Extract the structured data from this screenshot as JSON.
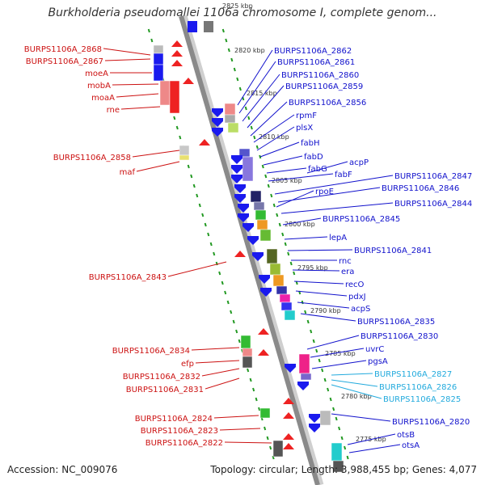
{
  "title": "Burkholderia pseudomallei 1106a chromosome I, complete genom...",
  "accession": "Accession: NC_009076",
  "summary": "Topology: circular; Length: 3,988,455 bp; Genes: 4,077",
  "colors": {
    "reverse_label": "#cc1111",
    "forward_label": "#1111cc",
    "highlight_label": "#22aadd",
    "backbone": "#8a8a8a",
    "tick": "#229922"
  },
  "kbp_markers": [
    "2825 kbp",
    "2820 kbp",
    "2815 kbp",
    "2810 kbp",
    "2805 kbp",
    "2800 kbp",
    "2795 kbp",
    "2790 kbp",
    "2785 kbp",
    "2780 kbp",
    "2775 kbp"
  ],
  "left_labels": [
    "BURPS1106A_2868",
    "BURPS1106A_2867",
    "moeA",
    "mobA",
    "moaA",
    "rne",
    "BURPS1106A_2858",
    "maf",
    "BURPS1106A_2843",
    "BURPS1106A_2834",
    "efp",
    "BURPS1106A_2832",
    "BURPS1106A_2831",
    "BURPS1106A_2824",
    "BURPS1106A_2823",
    "BURPS1106A_2822"
  ],
  "right_labels": [
    "BURPS1106A_2862",
    "BURPS1106A_2861",
    "BURPS1106A_2860",
    "BURPS1106A_2859",
    "BURPS1106A_2856",
    "rpmF",
    "plsX",
    "fabH",
    "fabD",
    "fabG",
    "acpP",
    "fabF",
    "BURPS1106A_2847",
    "BURPS1106A_2846",
    "rpoE",
    "BURPS1106A_2844",
    "BURPS1106A_2845",
    "lepA",
    "BURPS1106A_2841",
    "rnc",
    "era",
    "recO",
    "pdxJ",
    "acpS",
    "BURPS1106A_2835",
    "BURPS1106A_2830",
    "uvrC",
    "pgsA",
    "BURPS1106A_2827",
    "BURPS1106A_2826",
    "BURPS1106A_2825",
    "BURPS1106A_2820",
    "otsB",
    "otsA"
  ]
}
